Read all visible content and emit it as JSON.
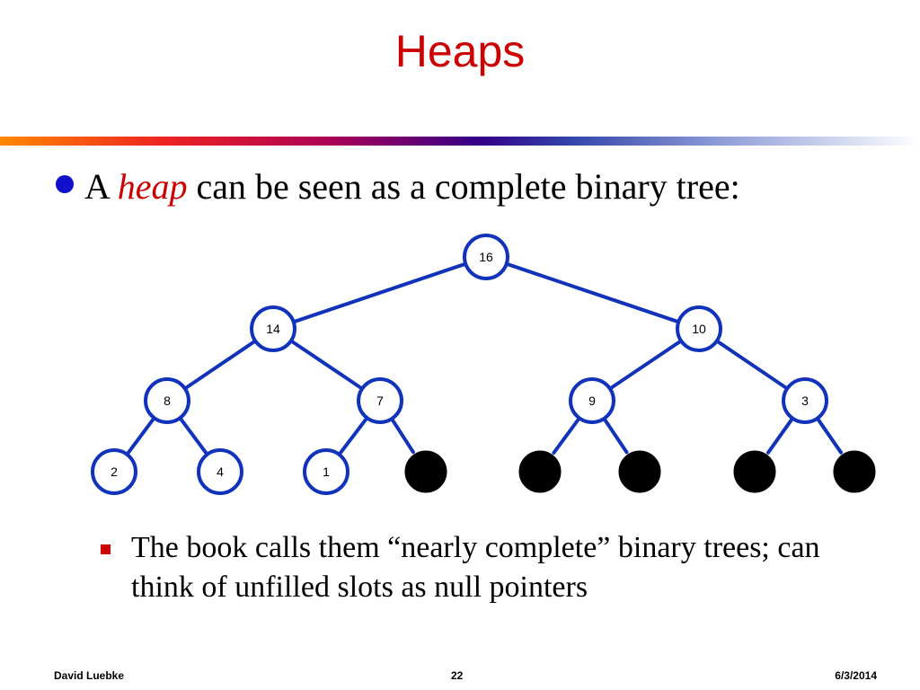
{
  "slide": {
    "title": "Heaps",
    "bullet": {
      "prefix": "A ",
      "emphasis": "heap",
      "suffix": " can be seen as a complete binary tree:"
    },
    "sub_bullet": "The book calls them “nearly complete” binary trees; can think of unfilled slots as null pointers"
  },
  "tree": {
    "nodes": [
      {
        "id": "n16",
        "label": "16"
      },
      {
        "id": "n14",
        "label": "14"
      },
      {
        "id": "n10",
        "label": "10"
      },
      {
        "id": "n8",
        "label": "8"
      },
      {
        "id": "n7",
        "label": "7"
      },
      {
        "id": "n9",
        "label": "9"
      },
      {
        "id": "n3",
        "label": "3"
      },
      {
        "id": "n2",
        "label": "2"
      },
      {
        "id": "n4",
        "label": "4"
      },
      {
        "id": "n1",
        "label": "1"
      },
      {
        "id": "null1",
        "label": ""
      },
      {
        "id": "null2",
        "label": ""
      },
      {
        "id": "null3",
        "label": ""
      },
      {
        "id": "null4",
        "label": ""
      },
      {
        "id": "null5",
        "label": ""
      }
    ],
    "edges": [
      [
        "n16",
        "n14"
      ],
      [
        "n16",
        "n10"
      ],
      [
        "n14",
        "n8"
      ],
      [
        "n14",
        "n7"
      ],
      [
        "n10",
        "n9"
      ],
      [
        "n10",
        "n3"
      ],
      [
        "n8",
        "n2"
      ],
      [
        "n8",
        "n4"
      ],
      [
        "n7",
        "n1"
      ],
      [
        "n7",
        "null1"
      ],
      [
        "n9",
        "null2"
      ],
      [
        "n9",
        "null3"
      ],
      [
        "n3",
        "null4"
      ],
      [
        "n3",
        "null5"
      ]
    ],
    "colors": {
      "edge": "#1133bb",
      "node_border": "#1133bb",
      "null_fill": "#000000"
    }
  },
  "footer": {
    "author": "David Luebke",
    "page": "22",
    "date": "6/3/2014"
  }
}
